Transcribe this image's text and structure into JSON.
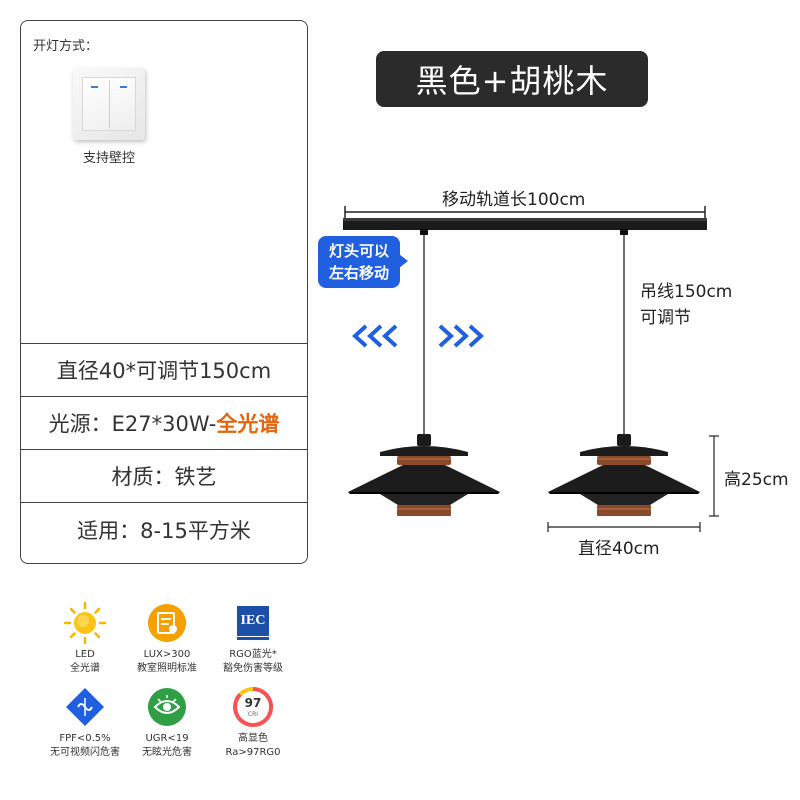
{
  "panel": {
    "switch_title": "开灯方式：",
    "switch_caption": "支持壁控",
    "specs": [
      {
        "text": "直径40*可调节150cm"
      },
      {
        "text": "光源：E27*30W-",
        "highlight": "全光谱"
      },
      {
        "text": "材质：铁艺"
      },
      {
        "text": "适用：8-15平方米"
      }
    ]
  },
  "title": "黑色+胡桃木",
  "diagram": {
    "track_label": "移动轨道长100cm",
    "badge_line1": "灯头可以",
    "badge_line2": "左右移动",
    "wire_label_1": "吊线150cm",
    "wire_label_2": "可调节",
    "height_label": "高25cm",
    "diameter_label": "直径40cm"
  },
  "features": [
    {
      "icon": "sun-icon",
      "line1": "LED",
      "line2": "全光谱"
    },
    {
      "icon": "lux-book-icon",
      "line1": "LUX>300",
      "line2": "教室照明标准"
    },
    {
      "icon": "iec-logo-icon",
      "line1": "RGO蓝光*",
      "line2": "豁免伤害等级",
      "logo_text": "IEC"
    },
    {
      "icon": "flicker-diamond-icon",
      "line1": "FPF<0.5%",
      "line2": "无可视频闪危害"
    },
    {
      "icon": "eye-shield-icon",
      "line1": "UGR<19",
      "line2": "无眩光危害"
    },
    {
      "icon": "cri-gauge-icon",
      "line1": "高显色",
      "line2": "Ra>97RG0",
      "gauge_value": "97",
      "gauge_unit": "CRI"
    }
  ],
  "colors": {
    "accent_orange": "#e8630a",
    "badge_blue": "#1f5fe0",
    "title_bg": "#2b2b2b",
    "walnut": "#8a4b2a"
  }
}
